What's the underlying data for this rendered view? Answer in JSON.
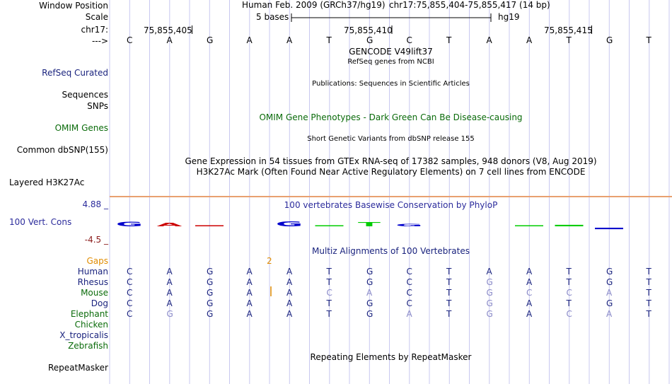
{
  "colors": {
    "guideline": "#c8c8f0",
    "separator": "#e8a070",
    "navy": "#1a237e",
    "dark_green": "#0a6b0a",
    "gaps_orange": "#e08c00",
    "phylo_label": "#2c2c9c",
    "neg_red": "#8b1c1c",
    "faded_base": "#8a8ac8",
    "logo_blue": "#0000cc",
    "logo_red": "#cc0000",
    "logo_green": "#00cc00"
  },
  "ruler": {
    "label_window": "Window Position",
    "label_scale": "Scale",
    "label_chr": "chr17:",
    "label_strand": "--->",
    "assembly": "Human Feb. 2009 (GRCh37/hg19)",
    "position": "chr17:75,855,404-75,855,417 (14 bp)",
    "scale_text": "5 bases",
    "scale_db": "hg19",
    "tick_labels": [
      "75,855,405",
      "75,855,410",
      "75,855,415"
    ]
  },
  "sequence": [
    "C",
    "A",
    "G",
    "A",
    "A",
    "T",
    "G",
    "C",
    "T",
    "A",
    "A",
    "T",
    "G",
    "T"
  ],
  "tracks": {
    "gencode": "GENCODE V49lift37",
    "refseq_title": "RefSeq genes from NCBI",
    "refseq_label": "RefSeq Curated",
    "publications": "Publications: Sequences in Scientific Articles",
    "sequences_label": "Sequences",
    "snps_label": "SNPs",
    "omim_title": "OMIM Gene Phenotypes - Dark Green Can Be Disease-causing",
    "omim_label": "OMIM Genes",
    "dbsnp_title": "Short Genetic Variants from dbSNP release 155",
    "dbsnp_label": "Common dbSNP(155)",
    "gtex_title": "Gene Expression in 54 tissues from GTEx RNA-seq of 17382 samples, 948 donors (V8, Aug 2019)",
    "h3k27_title": "H3K27Ac Mark (Often Found Near Active Regulatory Elements) on 7 cell lines from ENCODE",
    "h3k27_label": "Layered H3K27Ac"
  },
  "conservation": {
    "title": "100 vertebrates Basewise Conservation by PhyloP",
    "label": "100 Vert. Cons",
    "max": "4.88 _",
    "min": "-4.5 _",
    "logo_bases": [
      "G",
      "A",
      "",
      "",
      "G",
      "",
      "T",
      "G",
      "",
      "",
      "",
      "",
      "",
      ""
    ],
    "logo_scores": [
      0.9,
      0.7,
      0.15,
      0,
      1.0,
      0.25,
      0.8,
      0.45,
      0,
      0,
      0.15,
      0.35,
      -0.35,
      0
    ]
  },
  "multiz": {
    "title": "Multiz Alignments of 100 Vertebrates",
    "gaps_label": "Gaps",
    "gap_count": "2",
    "species": [
      {
        "name": "Human",
        "bases": [
          "C",
          "A",
          "G",
          "A",
          "A",
          "T",
          "G",
          "C",
          "T",
          "A",
          "A",
          "T",
          "G",
          "T"
        ],
        "faded": [],
        "color": "navy"
      },
      {
        "name": "Rhesus",
        "bases": [
          "C",
          "A",
          "G",
          "A",
          "A",
          "T",
          "G",
          "C",
          "T",
          "G",
          "A",
          "T",
          "G",
          "T"
        ],
        "faded": [
          9
        ],
        "color": "navy"
      },
      {
        "name": "Mouse",
        "bases": [
          "C",
          "A",
          "G",
          "A",
          "A",
          "C",
          "A",
          "C",
          "T",
          "G",
          "C",
          "C",
          "A",
          "T"
        ],
        "faded": [
          5,
          6,
          9,
          10,
          11,
          12
        ],
        "color": "green"
      },
      {
        "name": "Dog",
        "bases": [
          "C",
          "A",
          "G",
          "A",
          "A",
          "T",
          "G",
          "C",
          "T",
          "G",
          "A",
          "T",
          "G",
          "T"
        ],
        "faded": [
          9
        ],
        "color": "navy"
      },
      {
        "name": "Elephant",
        "bases": [
          "C",
          "G",
          "G",
          "A",
          "A",
          "T",
          "G",
          "A",
          "T",
          "G",
          "A",
          "C",
          "A",
          "T"
        ],
        "faded": [
          1,
          7,
          9,
          11,
          12
        ],
        "color": "green"
      }
    ],
    "species_empty": [
      {
        "name": "Chicken",
        "color": "green"
      },
      {
        "name": "X_tropicalis",
        "color": "navy"
      },
      {
        "name": "Zebrafish",
        "color": "green"
      }
    ]
  },
  "repeatmasker": {
    "title": "Repeating Elements by RepeatMasker",
    "label": "RepeatMasker"
  }
}
